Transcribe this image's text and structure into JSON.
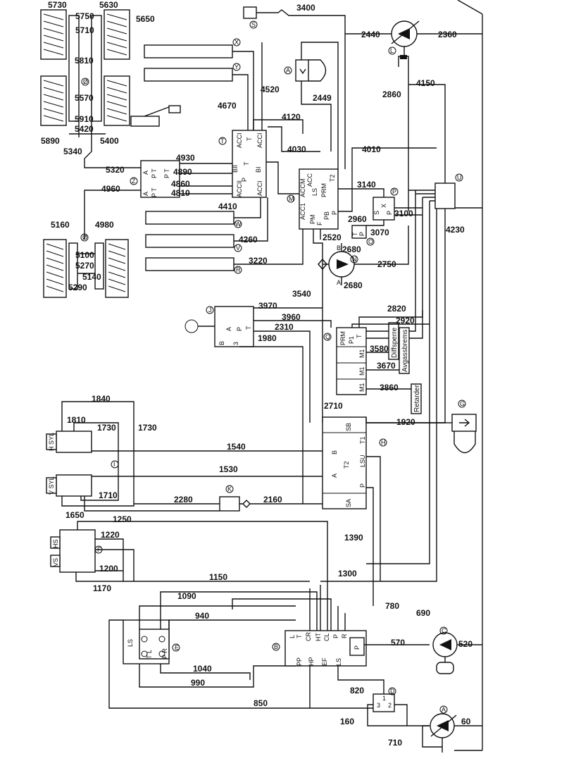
{
  "wire_labels": {
    "w5730": "5730",
    "w5750": "5750",
    "w5630": "5630",
    "w5650": "5650",
    "w5710": "5710",
    "w5810": "5810",
    "w5570": "5570",
    "w5910": "5910",
    "w5420": "5420",
    "w5890": "5890",
    "w5400": "5400",
    "w5340": "5340",
    "w5320": "5320",
    "w4960": "4960",
    "w4980": "4980",
    "w5160": "5160",
    "w5100": "5100",
    "w5270": "5270",
    "w5140": "5140",
    "w5290": "5290",
    "w3400": "3400",
    "w2440": "2440",
    "w2360": "2360",
    "w4520": "4520",
    "w2449": "2449",
    "w2860": "2860",
    "w4150": "4150",
    "w4670": "4670",
    "w4120": "4120",
    "w4030": "4030",
    "w4010": "4010",
    "w4930": "4930",
    "w4890": "4890",
    "w4860": "4860",
    "w4810": "4810",
    "w3140": "3140",
    "w4410": "4410",
    "w2960": "2960",
    "w3100": "3100",
    "w3070": "3070",
    "w4230": "4230",
    "w2520": "2520",
    "w4260": "4260",
    "w2680a": "2680",
    "w3220": "3220",
    "w2750": "2750",
    "w2680b": "2680",
    "w3540": "3540",
    "w3970": "3970",
    "w2820": "2820",
    "w3960": "3960",
    "w2920": "2920",
    "w2310": "2310",
    "w1980": "1980",
    "w3580": "3580",
    "w3670": "3670",
    "w3860": "3860",
    "w2710": "2710",
    "w1840": "1840",
    "w1810": "1810",
    "w1730a": "1730",
    "w1730b": "1730",
    "w1920": "1920",
    "w1540": "1540",
    "w1530": "1530",
    "w1710": "1710",
    "w2280": "2280",
    "w2160": "2160",
    "w1650": "1650",
    "w1250": "1250",
    "w1220": "1220",
    "w1390": "1390",
    "w1200": "1200",
    "w1300": "1300",
    "w1150": "1150",
    "w1170": "1170",
    "w1090": "1090",
    "w780": "780",
    "w940": "940",
    "w690": "690",
    "w570": "570",
    "w520": "520",
    "w1040": "1040",
    "w990": "990",
    "w820": "820",
    "w850": "850",
    "w160": "160",
    "w60": "60",
    "w710": "710"
  },
  "component_letters": {
    "X": "X",
    "Y": "Y",
    "T": "T",
    "Z": "Z",
    "E_steer": "Ø",
    "M": "M",
    "P": "P",
    "O": "O",
    "U": "U",
    "W": "W",
    "V": "V",
    "R": "R",
    "N": "N",
    "L": "L",
    "S": "S",
    "A_acc": "A",
    "B_pump": "B",
    "J": "J",
    "Q": "Q",
    "H": "H",
    "G": "G",
    "I": "I",
    "K": "K",
    "F": "F",
    "E": "E",
    "B": "B",
    "D": "D",
    "C": "C",
    "A": "A"
  },
  "port_labels": {
    "T_ACCI": "ACCI",
    "T_T": "T",
    "T_BII": "BII",
    "T_BI": "BI",
    "T_P": "P",
    "T_T2": "T",
    "T_ACCII": "ACCII",
    "T_ACCI2": "ACCI",
    "Z_A": "A",
    "Z_PT": "P T",
    "Z_PT2": "P T",
    "Z_A2": "A",
    "Z_PT3": "P T",
    "M_ACC": "ACC",
    "M_ACCM": "ACCM",
    "M_ACCT": "ACC T",
    "M_LS": "LS",
    "M_PRM": "PRM",
    "M_T2": "T2",
    "M_ACC1": "ACC1",
    "M_PM": "PM",
    "M_F": "F",
    "M_PB": "PB",
    "M_P": "P",
    "P_S": "S",
    "P_X": "X",
    "P_P": "P",
    "O_T": "T",
    "O_P": "P",
    "J_3": "3",
    "J_A": "A",
    "J_P": "P",
    "J_T": "T",
    "J_B": "B",
    "Q_PRM": "PRM",
    "Q_P1": "P1",
    "Q_T": "T",
    "Q_M1a": "M1",
    "Q_M1b": "M1",
    "Q_M1c": "M1",
    "Q_diff": "Diffsperre",
    "Q_avg": "Avgassbrems",
    "Q_ret": "Retarder",
    "H_SB": "SB",
    "H_T1": "T1",
    "H_B": "B",
    "H_LSU": "LSU",
    "H_T2": "T2",
    "H_A": "A",
    "H_P": "P",
    "H_SA": "SA",
    "I_HSYL": "H SYL",
    "I_VSYL": "V SYL",
    "F_HS": "HS",
    "F_VS": "VS",
    "E_LS": "LS",
    "E_TL": "T L",
    "E_PR": "P R",
    "B_L": "L",
    "B_T": "T",
    "B_CR": "CR",
    "B_HT": "HT",
    "B_CL": "CL",
    "B_P": "P",
    "B_R": "R",
    "B_PP": "PP",
    "B_HP": "HP",
    "B_EF": "EF",
    "B_LS": "LS",
    "B_P2": "P",
    "D_3": "3",
    "D_1": "1",
    "D_2": "2"
  }
}
